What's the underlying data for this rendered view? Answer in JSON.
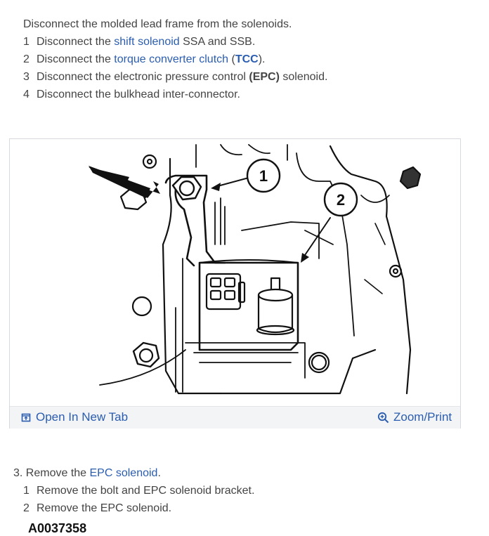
{
  "intro": "Disconnect the molded lead frame from the solenoids.",
  "steps": [
    {
      "num": "1",
      "pre": "Disconnect the ",
      "link": "shift solenoid",
      "post": " SSA and SSB."
    },
    {
      "num": "2",
      "pre": "Disconnect the ",
      "link": "torque converter clutch",
      "mid": " (",
      "bold": "TCC",
      "post": ")."
    },
    {
      "num": "3",
      "pre": "Disconnect the electronic pressure control ",
      "bold": "(EPC)",
      "post": " solenoid."
    },
    {
      "num": "4",
      "text": "Disconnect the bulkhead inter-connector."
    }
  ],
  "figure": {
    "caption": "A0037358",
    "callouts": [
      "1",
      "2"
    ]
  },
  "toolbar": {
    "open_tab": "Open In New Tab",
    "zoom": "Zoom/Print"
  },
  "next_step": {
    "pre": "3. Remove the ",
    "link": "EPC solenoid",
    "post": "."
  },
  "next_substeps": [
    {
      "num": "1",
      "text": "Remove the bolt and EPC solenoid bracket."
    },
    {
      "num": "2",
      "text": "Remove the EPC solenoid."
    }
  ],
  "colors": {
    "link": "#2a5db0",
    "text": "#444444"
  }
}
